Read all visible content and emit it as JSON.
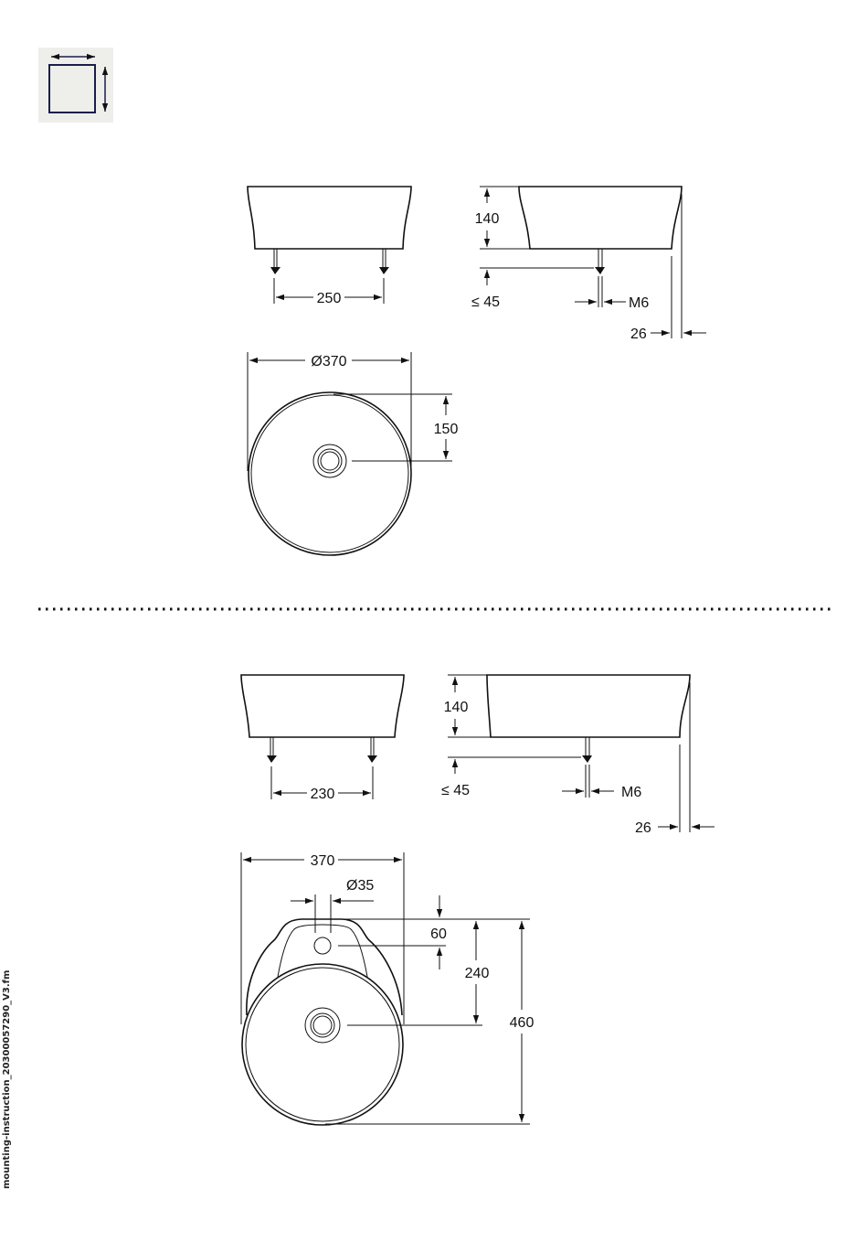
{
  "page": {
    "footer_filename": "mounting-instruction_20300057290_V3.fm"
  },
  "icons": {
    "dimensions_icon": "dimensions-square-icon"
  },
  "model_a": {
    "front_view": {
      "bolt_spacing": "250"
    },
    "side_view": {
      "height": "140",
      "bolt_length": "≤ 45",
      "thread": "M6",
      "offset": "26"
    },
    "top_view": {
      "diameter": "Ø370",
      "drain_offset": "150"
    }
  },
  "model_b": {
    "front_view": {
      "bolt_spacing": "230"
    },
    "side_view": {
      "height": "140",
      "bolt_length": "≤ 45",
      "thread": "M6",
      "offset": "26"
    },
    "top_view": {
      "width": "370",
      "tap_hole_diameter": "Ø35",
      "tap_offset": "60",
      "drain_offset": "240",
      "depth": "460"
    }
  },
  "colors": {
    "line": "#111111",
    "icon_bg": "#eeeeea",
    "icon_stroke": "#1a1f4a"
  }
}
